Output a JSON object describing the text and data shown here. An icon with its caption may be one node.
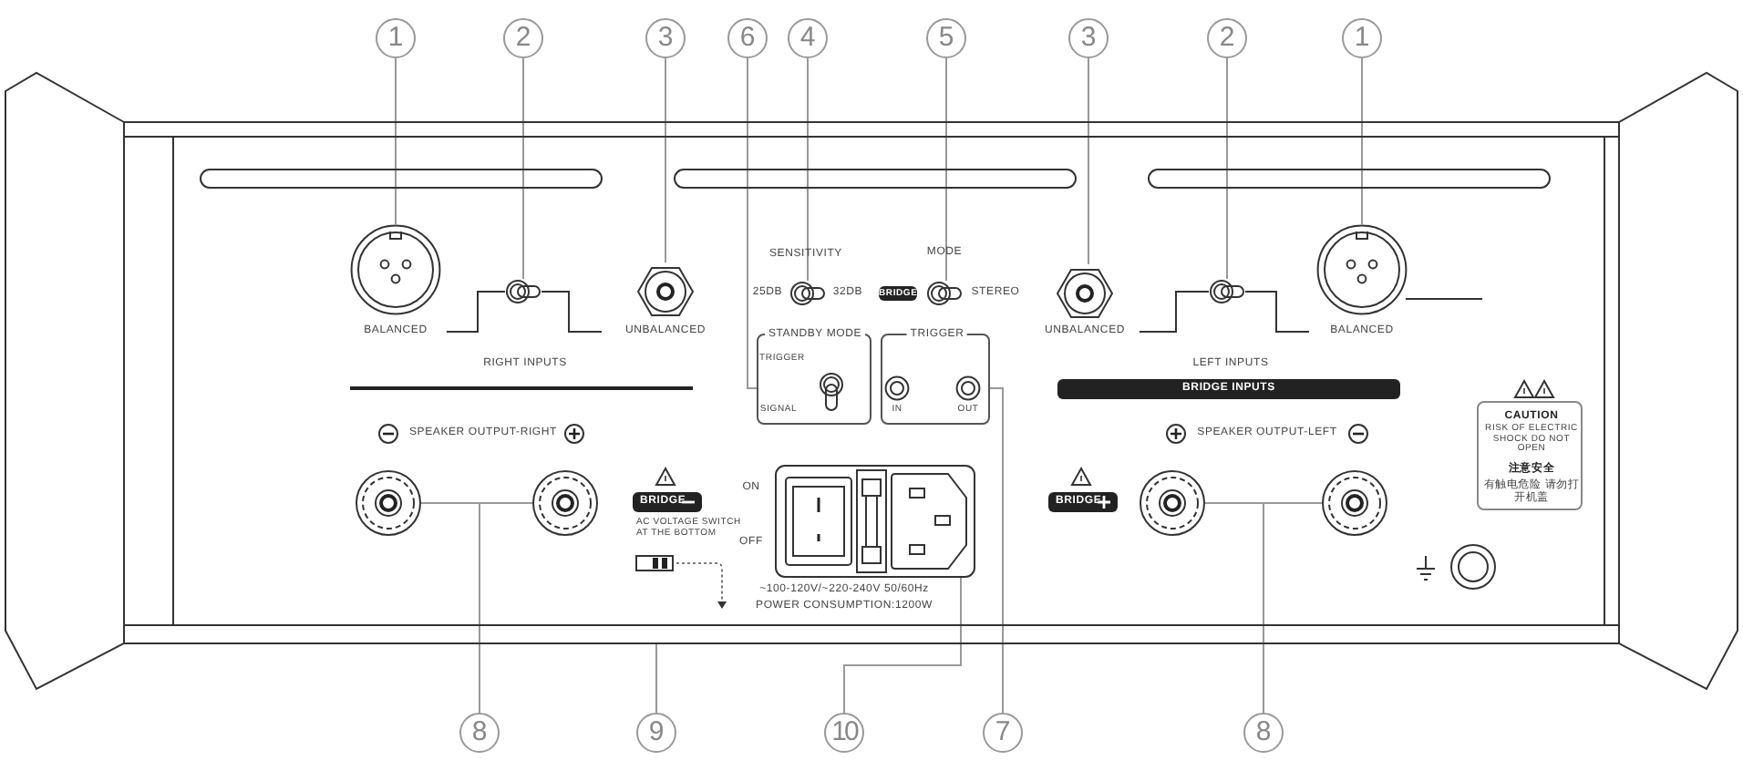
{
  "diagram": {
    "nodes": [
      {
        "text": [
          "1"
        ]
      },
      {
        "text": [
          "2"
        ]
      },
      {
        "text": [
          "3"
        ]
      },
      {
        "text": [
          "6"
        ]
      },
      {
        "text": [
          "4"
        ]
      },
      {
        "text": [
          "5"
        ]
      },
      {
        "text": [
          "3"
        ]
      },
      {
        "text": [
          "2"
        ]
      },
      {
        "text": [
          "1"
        ]
      },
      {
        "text": [],
        "shape": "circle",
        "beside": [
          "BALANCED"
        ]
      },
      {
        "text": [],
        "shape": "toggle"
      },
      {
        "text": [],
        "shape": "hexagon",
        "beside": [
          "UNBALANCED"
        ]
      },
      {
        "text": [],
        "shape": "toggle"
      },
      {
        "text": [
          "BRIDGE"
        ]
      },
      {
        "text": [],
        "shape": "toggle"
      },
      {
        "text": [],
        "shape": "hexagon",
        "beside": [
          "UNBALANCED"
        ]
      },
      {
        "text": [],
        "shape": "toggle"
      },
      {
        "text": [],
        "shape": "circle",
        "beside": [
          "BALANCED"
        ]
      },
      {
        "text": [
          "STANDBY MODE",
          "TRIGGER",
          "SIGNAL"
        ]
      },
      {
        "text": [
          "TRIGGER",
          "IN",
          "OUT"
        ]
      },
      {
        "text": [
          "BRIDGE INPUTS"
        ]
      },
      {
        "text": [
          "CAUTION",
          "RISK OF ELECTRIC SHOCK DO NOT OPEN",
          "注意安全",
          "有触电危险 请勿打开机盖"
        ]
      },
      {
        "text": [
          "BRIDGE"
        ]
      },
      {
        "text": [],
        "shape": "box",
        "beside": [
          "ON",
          "OFF",
          "~100-120V/~220-240V 50/60Hz",
          "POWER CONSUMPTION:1200W"
        ]
      },
      {
        "text": [
          "BRIDGE"
        ]
      },
      {
        "text": [
          "8"
        ]
      },
      {
        "text": [
          "9"
        ]
      },
      {
        "text": [
          "10"
        ]
      },
      {
        "text": [
          "7"
        ]
      },
      {
        "text": [
          "8"
        ]
      },
      {
        "text": [],
        "shape": "knob"
      },
      {
        "text": [],
        "shape": "knob"
      },
      {
        "text": [],
        "shape": "knob"
      },
      {
        "text": [],
        "shape": "knob"
      }
    ],
    "edges": [
      {
        "from": 0,
        "to": 9,
        "arrow": "none"
      },
      {
        "from": 1,
        "to": 10,
        "arrow": "none"
      },
      {
        "from": 2,
        "to": 11,
        "arrow": "none"
      },
      {
        "from": 3,
        "to": 18,
        "arrow": "none"
      },
      {
        "from": 4,
        "to": 12,
        "arrow": "none"
      },
      {
        "from": 5,
        "to": 14,
        "arrow": "none"
      },
      {
        "from": 6,
        "to": 15,
        "arrow": "none"
      },
      {
        "from": 7,
        "to": 16,
        "arrow": "none"
      },
      {
        "from": 8,
        "to": 17,
        "arrow": "none"
      },
      {
        "from": 25,
        "to": null,
        "arrow": "none"
      },
      {
        "from": 26,
        "to": null,
        "arrow": "none"
      },
      {
        "from": 27,
        "to": 23,
        "arrow": "none"
      },
      {
        "from": 28,
        "to": 19,
        "arrow": "none"
      },
      {
        "from": 29,
        "to": null,
        "arrow": "none"
      },
      {
        "from": 30,
        "to": 31,
        "arrow": "none"
      },
      {
        "from": 32,
        "to": 33,
        "arrow": "none"
      }
    ],
    "labels": [
      "SENSITIVITY",
      "25DB",
      "32DB",
      "MODE",
      "STEREO",
      "RIGHT INPUTS",
      "LEFT INPUTS",
      "SPEAKER OUTPUT-RIGHT",
      "SPEAKER OUTPUT-LEFT",
      "AC VOLTAGE SWITCH AT THE BOTTOM"
    ]
  }
}
